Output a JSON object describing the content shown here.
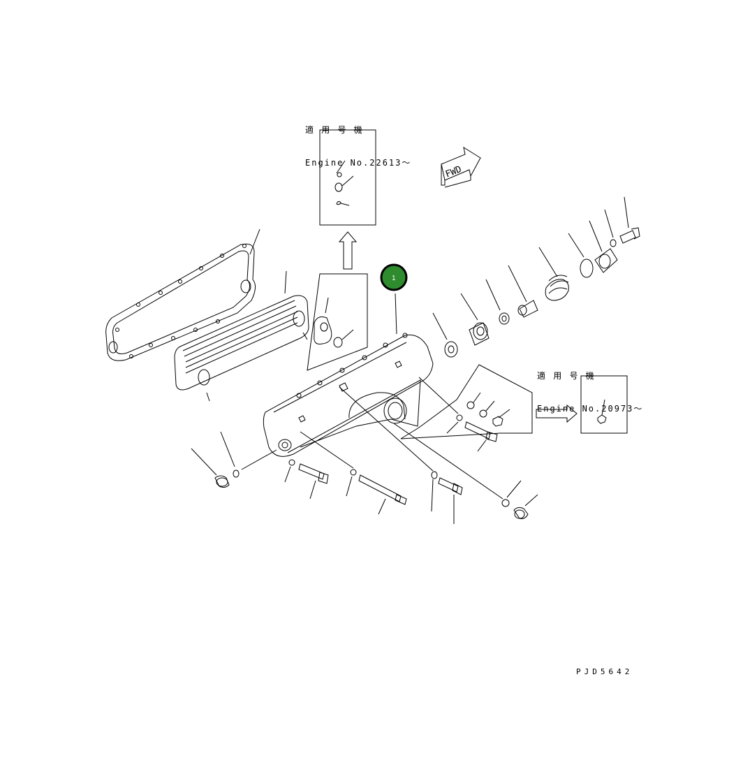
{
  "notes": {
    "top": {
      "line1": "適 用 号 機",
      "line2": "Engine No.22613～"
    },
    "right": {
      "line1": "適 用 号 機",
      "line2": "Engine No.20973～"
    }
  },
  "fwd_label": "FWD",
  "callout": {
    "number": "1",
    "color": "#2e8b2e"
  },
  "drawing_code": "PJD5642"
}
